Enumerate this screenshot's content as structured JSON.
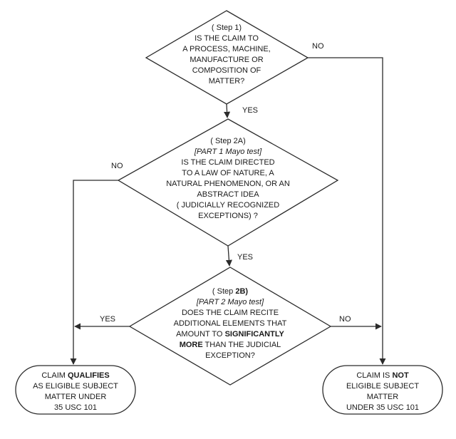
{
  "step1": {
    "lines": [
      "( Step 1)",
      "IS THE CLAIM TO",
      "A PROCESS, MACHINE,",
      "MANUFACTURE OR",
      "COMPOSITION OF",
      "MATTER?"
    ]
  },
  "step2a": {
    "lines": [
      "( Step 2A)",
      "[PART 1 Mayo test]",
      "IS THE CLAIM DIRECTED",
      "TO A LAW OF NATURE, A",
      "NATURAL PHENOMENON, OR AN",
      "ABSTRACT IDEA",
      "( JUDICIALLY RECOGNIZED",
      "EXCEPTIONS) ?"
    ]
  },
  "step2b": {
    "line1": "( Step ",
    "line1_bold": "2B)",
    "line2": "[PART 2 Mayo test]",
    "line3": "DOES THE CLAIM RECITE",
    "line4": "ADDITIONAL ELEMENTS THAT",
    "line5_pre": "AMOUNT TO ",
    "line5_bold": "SIGNIFICANTLY",
    "line6_bold": "MORE",
    "line6_post": " THAN THE JUDICIAL",
    "line7": "EXCEPTION?"
  },
  "outcome_eligible": {
    "line1_pre": "CLAIM ",
    "line1_bold": "QUALIFIES",
    "line2": "AS ELIGIBLE SUBJECT",
    "line3": "MATTER UNDER",
    "line4": "35 USC 101"
  },
  "outcome_not_eligible": {
    "line1_pre": "CLAIM IS ",
    "line1_bold": "NOT",
    "line2": "ELIGIBLE SUBJECT",
    "line3": "MATTER",
    "line4": "UNDER 35 USC 101"
  },
  "labels": {
    "step1_no": "NO",
    "step1_yes": "YES",
    "step2a_no": "NO",
    "step2a_yes": "YES",
    "step2b_yes": "YES",
    "step2b_no": "NO"
  }
}
